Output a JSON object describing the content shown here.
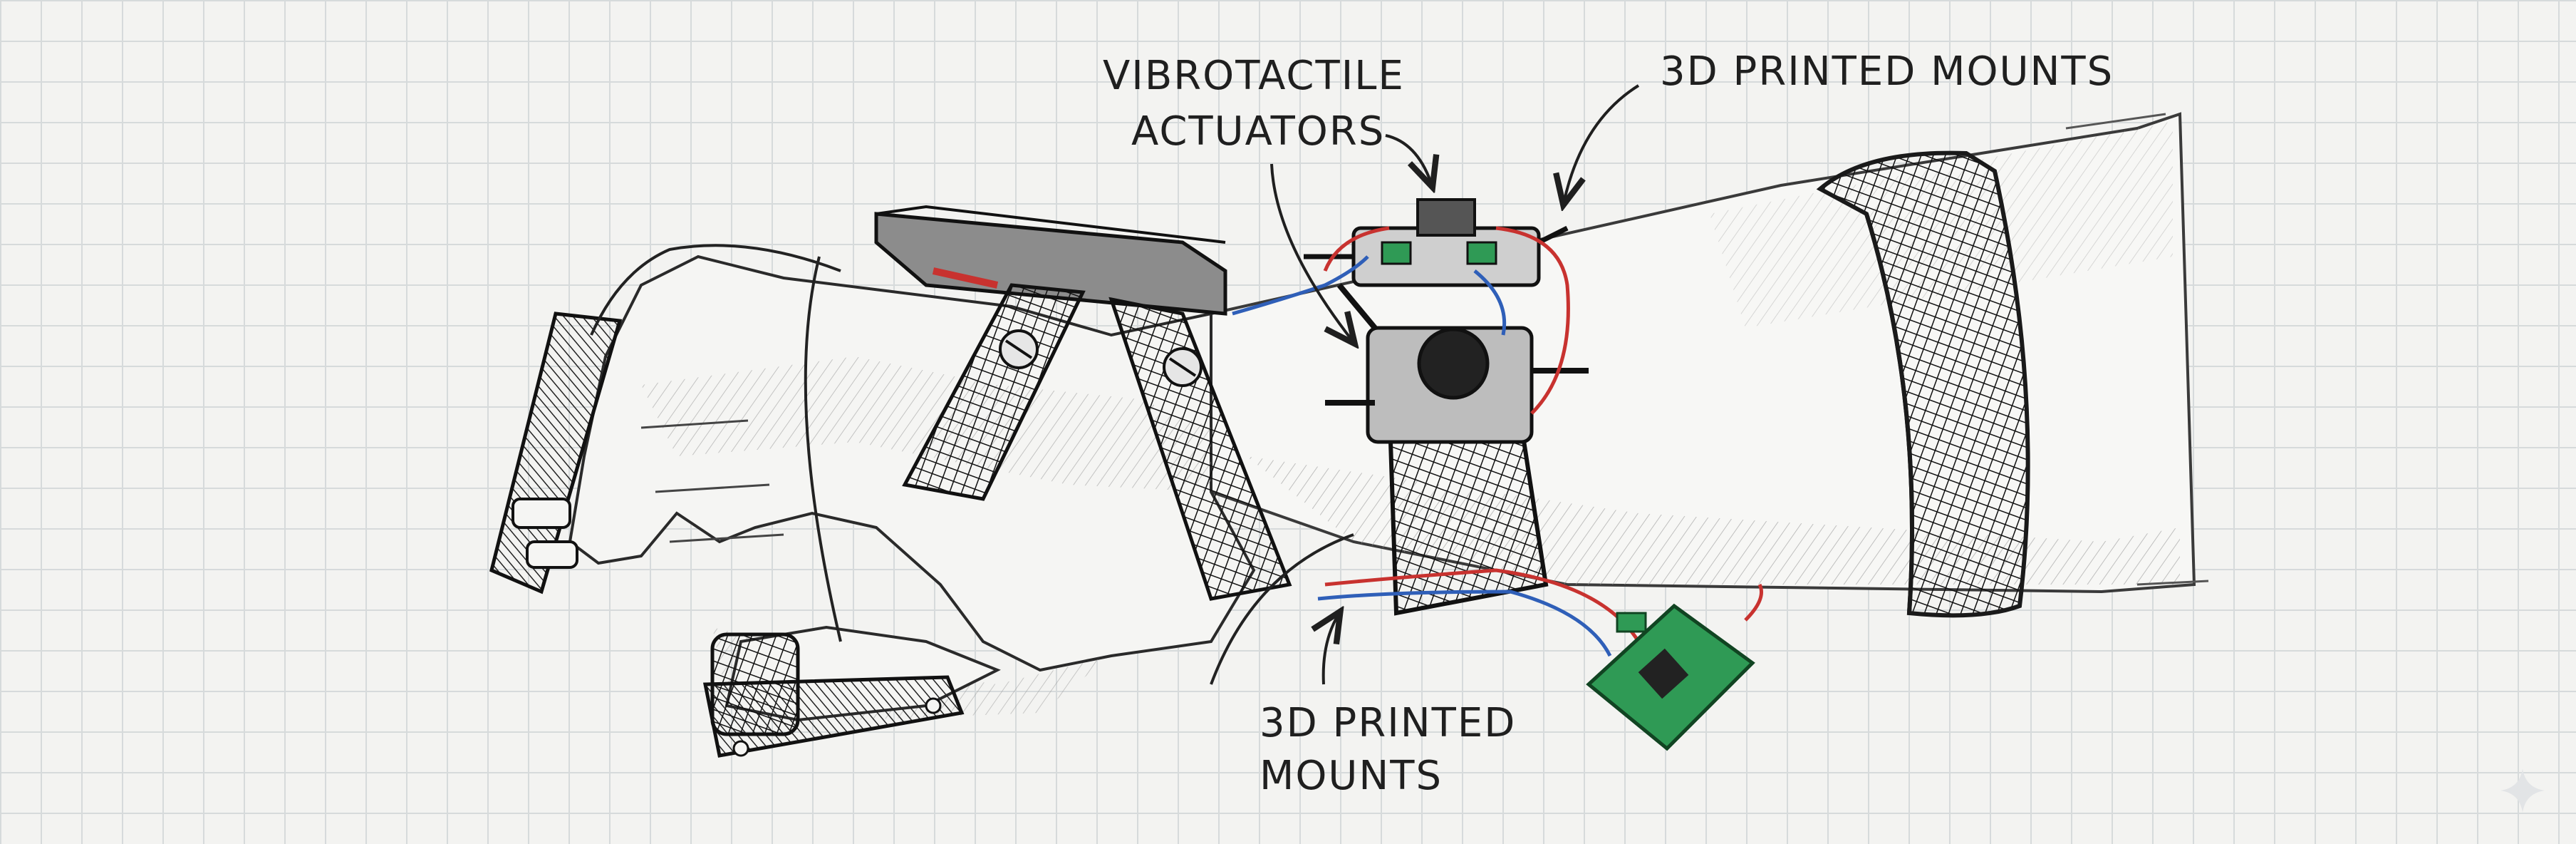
{
  "labels": {
    "vibrotactile_line1": "VIBROTACTILE",
    "vibrotactile_line2": "ACTUATORS",
    "mounts_top": "3D PRINTED MOUNTS",
    "mounts_bottom_line1": "3D PRINTED",
    "mounts_bottom_line2": "MOUNTS"
  },
  "colors": {
    "paper": "#f3f3f1",
    "grid": "#d6dadb",
    "ink": "#1f1f1f",
    "strap": "#3a3a3a",
    "wire_red": "#c8322f",
    "wire_blue": "#2f5fb8",
    "pcb_green": "#2f9a55"
  }
}
